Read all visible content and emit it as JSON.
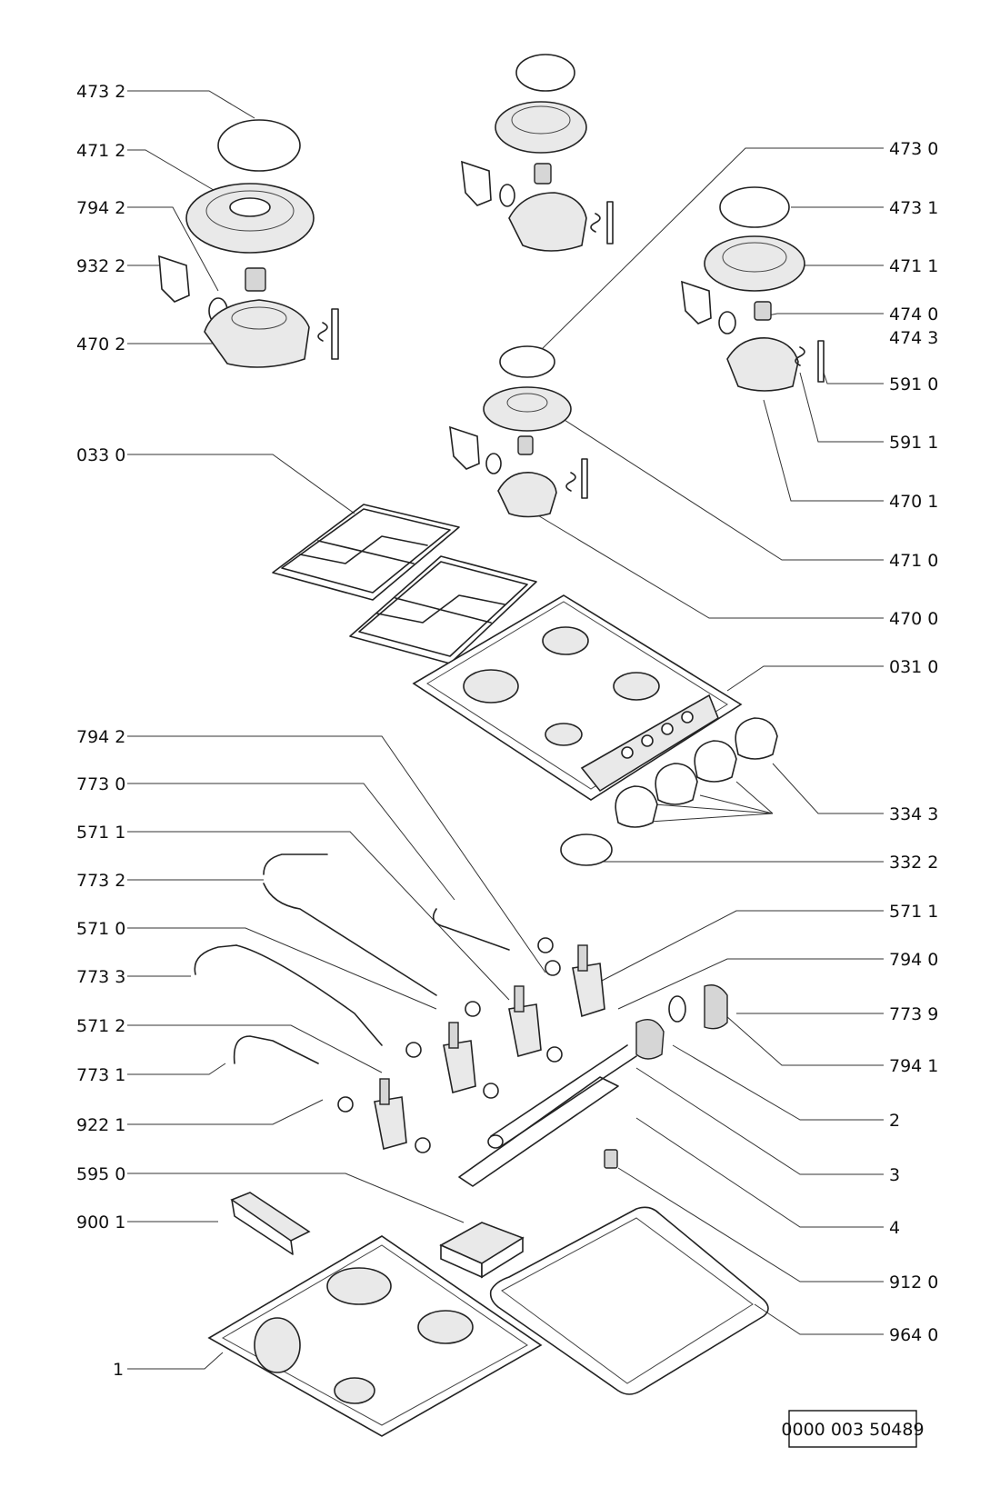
{
  "diagram": {
    "labels_left": [
      "473 2",
      "471 2",
      "794 2",
      "932 2",
      "470 2",
      "033 0",
      "794 2",
      "773 0",
      "571 1",
      "773 2",
      "571 0",
      "773 3",
      "571 2",
      "773 1",
      "922 1",
      "595 0",
      "900 1",
      "1"
    ],
    "labels_right": [
      "473 0",
      "473 1",
      "471 1",
      "474 0",
      "474 3",
      "591 0",
      "591 1",
      "470 1",
      "471 0",
      "470 0",
      "031 0",
      "334 3",
      "332 2",
      "571 1",
      "794 0",
      "773 9",
      "794 1",
      "2",
      "3",
      "4",
      "912 0",
      "964 0"
    ],
    "reference_number": "0000 003 50489"
  }
}
